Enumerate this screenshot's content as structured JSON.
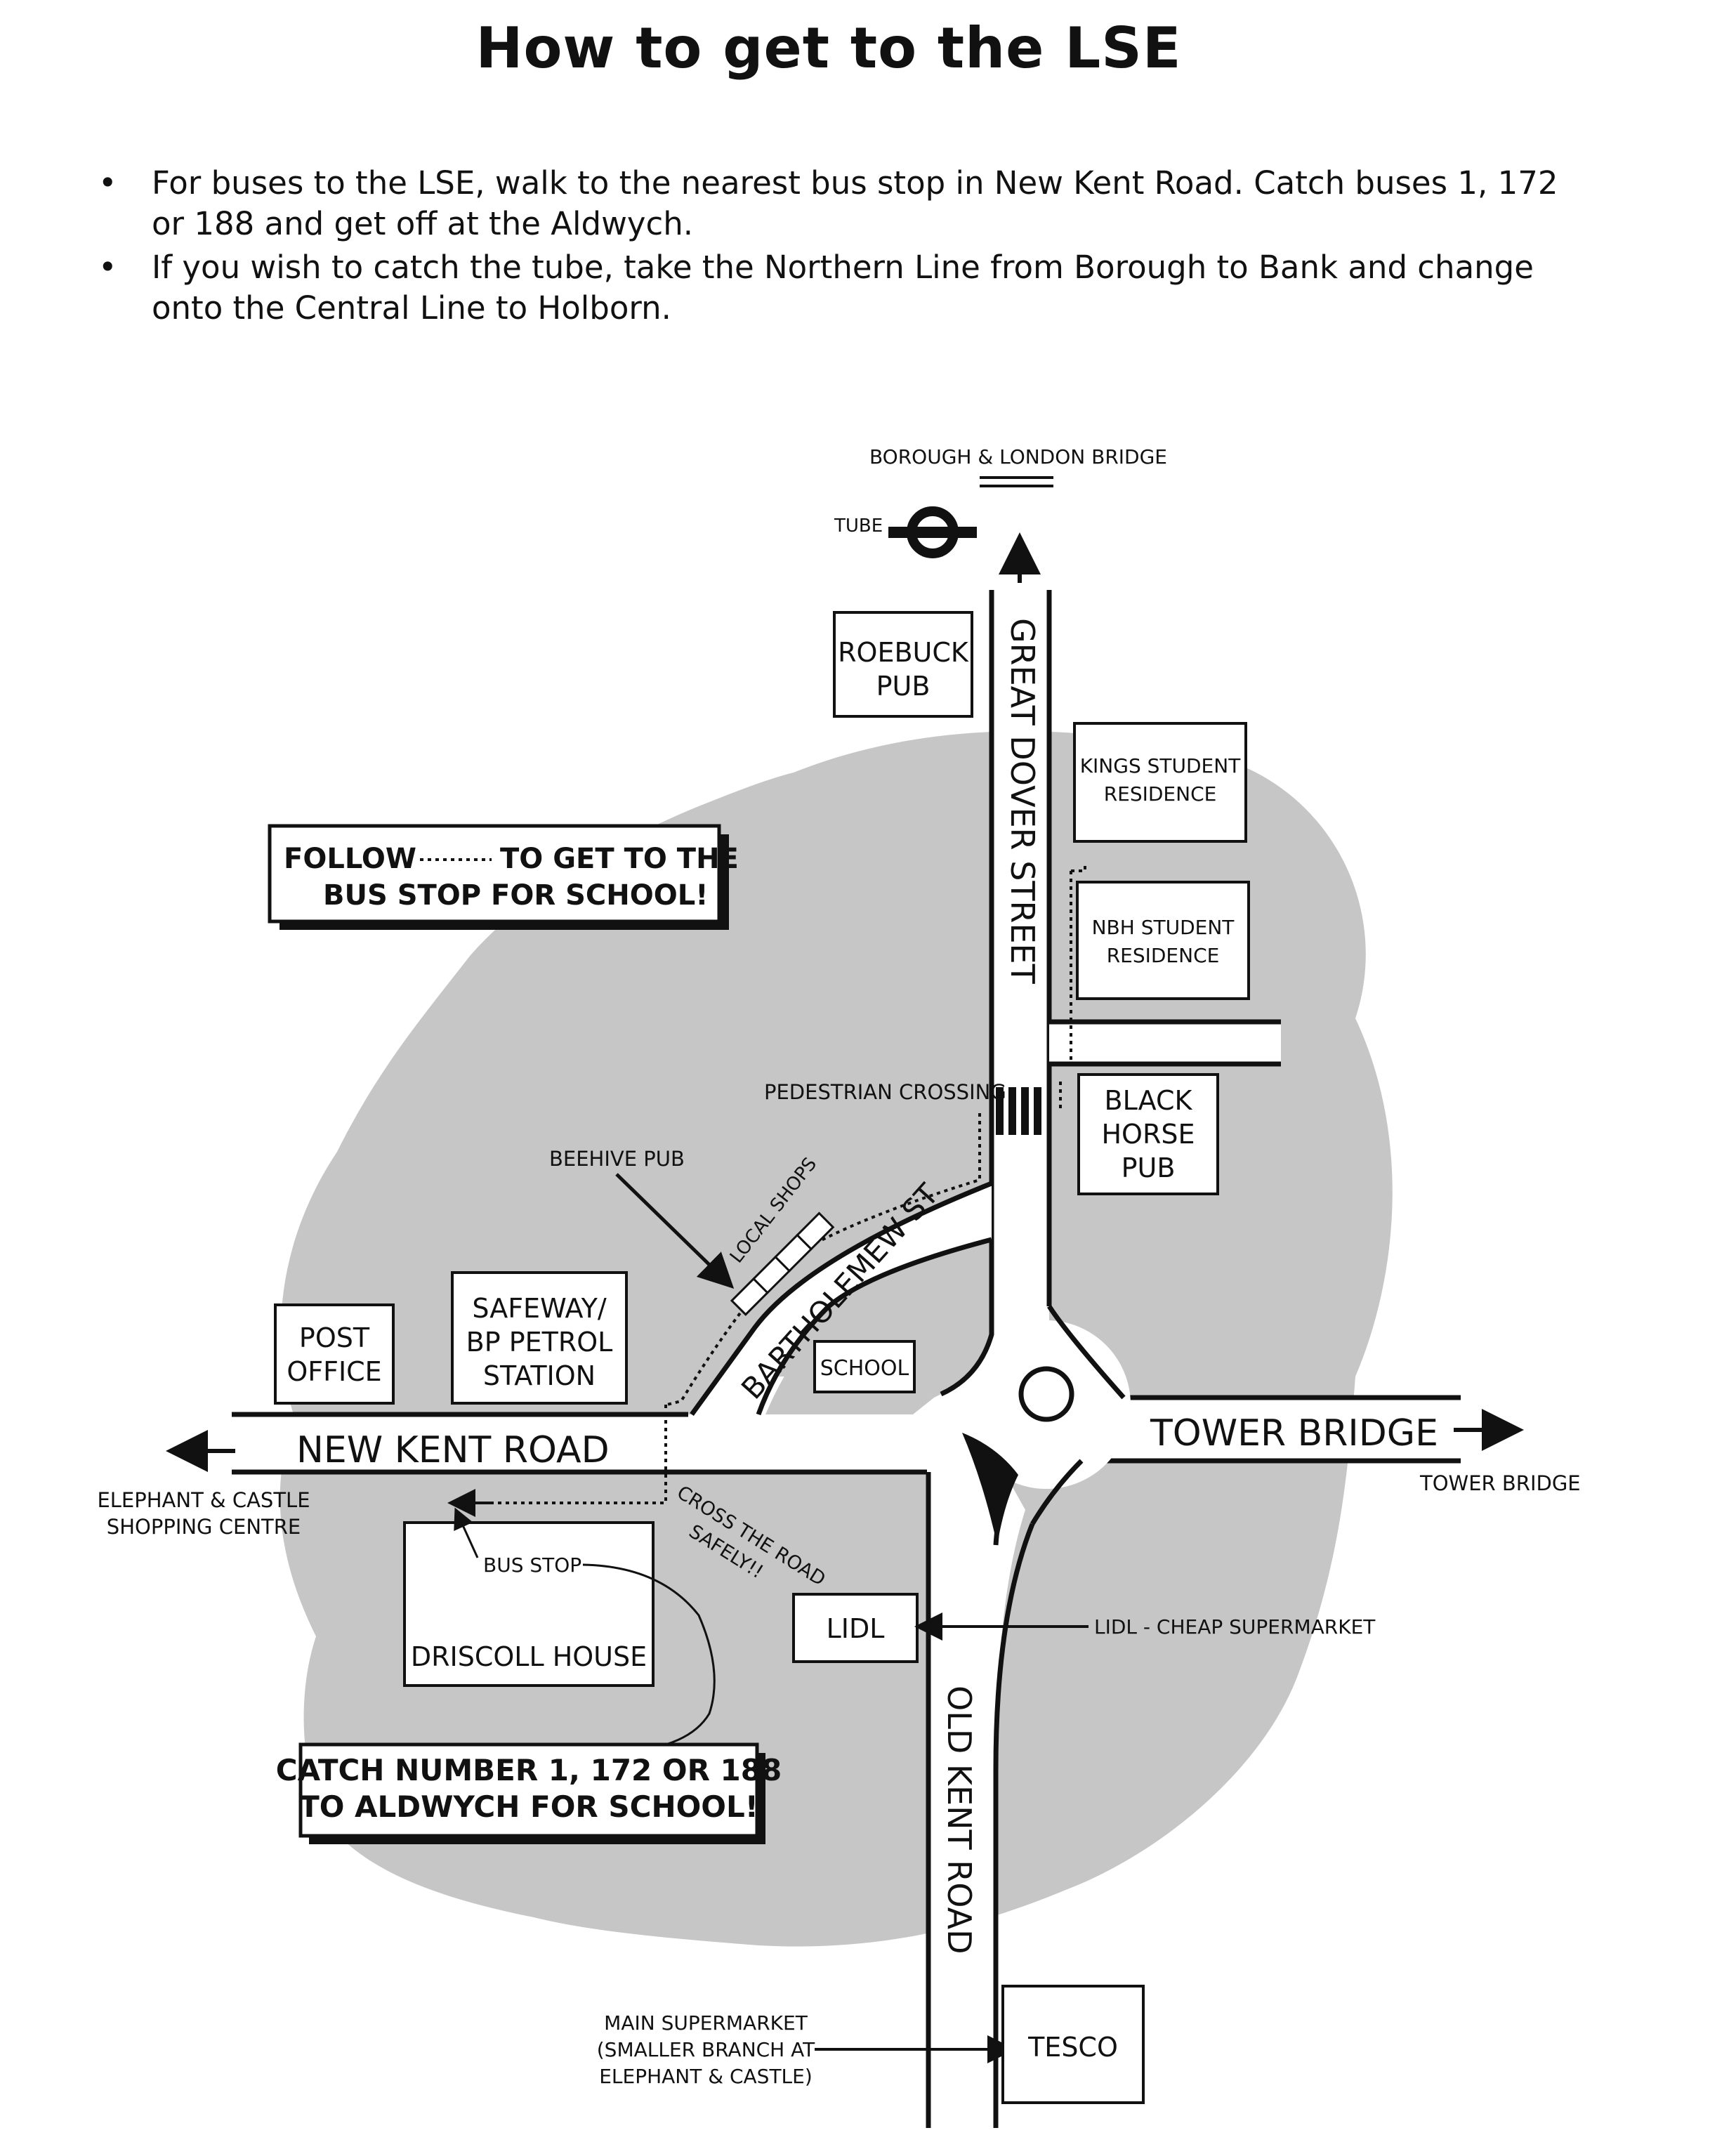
{
  "title": "How to get to the LSE",
  "bullets": [
    "For buses to the LSE, walk to the nearest bus stop in New Kent Road. Catch buses 1, 172 or 188 and get off at the Aldwych.",
    "If you wish to catch the tube, take the Northern Line from Borough to Bank and change onto the Central Line to Holborn."
  ],
  "bullet_glyph": "•",
  "map": {
    "borough_label": "BOROUGH & LONDON BRIDGE",
    "tube_label": "TUBE",
    "roebuck": [
      "ROEBUCK",
      "PUB"
    ],
    "great_dover": "GREAT DOVER STREET",
    "kings": [
      "KINGS STUDENT",
      "RESIDENCE"
    ],
    "nbh": [
      "NBH STUDENT",
      "RESIDENCE"
    ],
    "follow_box": {
      "line1_a": "FOLLOW",
      "line1_b": "TO GET TO THE",
      "line2": "BUS STOP FOR SCHOOL!"
    },
    "pedestrian": "PEDESTRIAN CROSSING",
    "black_horse": [
      "BLACK",
      "HORSE",
      "PUB"
    ],
    "beehive": "BEEHIVE PUB",
    "local_shops": "LOCAL SHOPS",
    "bartholemew": "BARTHOLEMEW ST",
    "school": "SCHOOL",
    "post_office": [
      "POST",
      "OFFICE"
    ],
    "safeway": [
      "SAFEWAY/",
      "BP PETROL",
      "STATION"
    ],
    "new_kent": "NEW KENT ROAD",
    "tower_bridge_road": "TOWER BRIDGE",
    "tower_bridge_dest": "TOWER BRIDGE",
    "elephant": [
      "ELEPHANT & CASTLE",
      "SHOPPING CENTRE"
    ],
    "cross_road": [
      "CROSS THE ROAD",
      "SAFELY!!"
    ],
    "bus_stop": "BUS STOP",
    "driscoll": "DRISCOLL HOUSE",
    "lidl": "LIDL",
    "lidl_note": "LIDL - CHEAP SUPERMARKET",
    "catch_box": [
      "CATCH NUMBER 1, 172 OR 188",
      "TO ALDWYCH FOR SCHOOL!"
    ],
    "old_kent": "OLD KENT ROAD",
    "main_supermarket": [
      "MAIN SUPERMARKET",
      "(SMALLER BRANCH AT",
      "ELEPHANT & CASTLE)"
    ],
    "tesco": "TESCO"
  },
  "colors": {
    "area_fill": "#c6c6c6",
    "ink": "#111111",
    "paper": "#ffffff"
  }
}
